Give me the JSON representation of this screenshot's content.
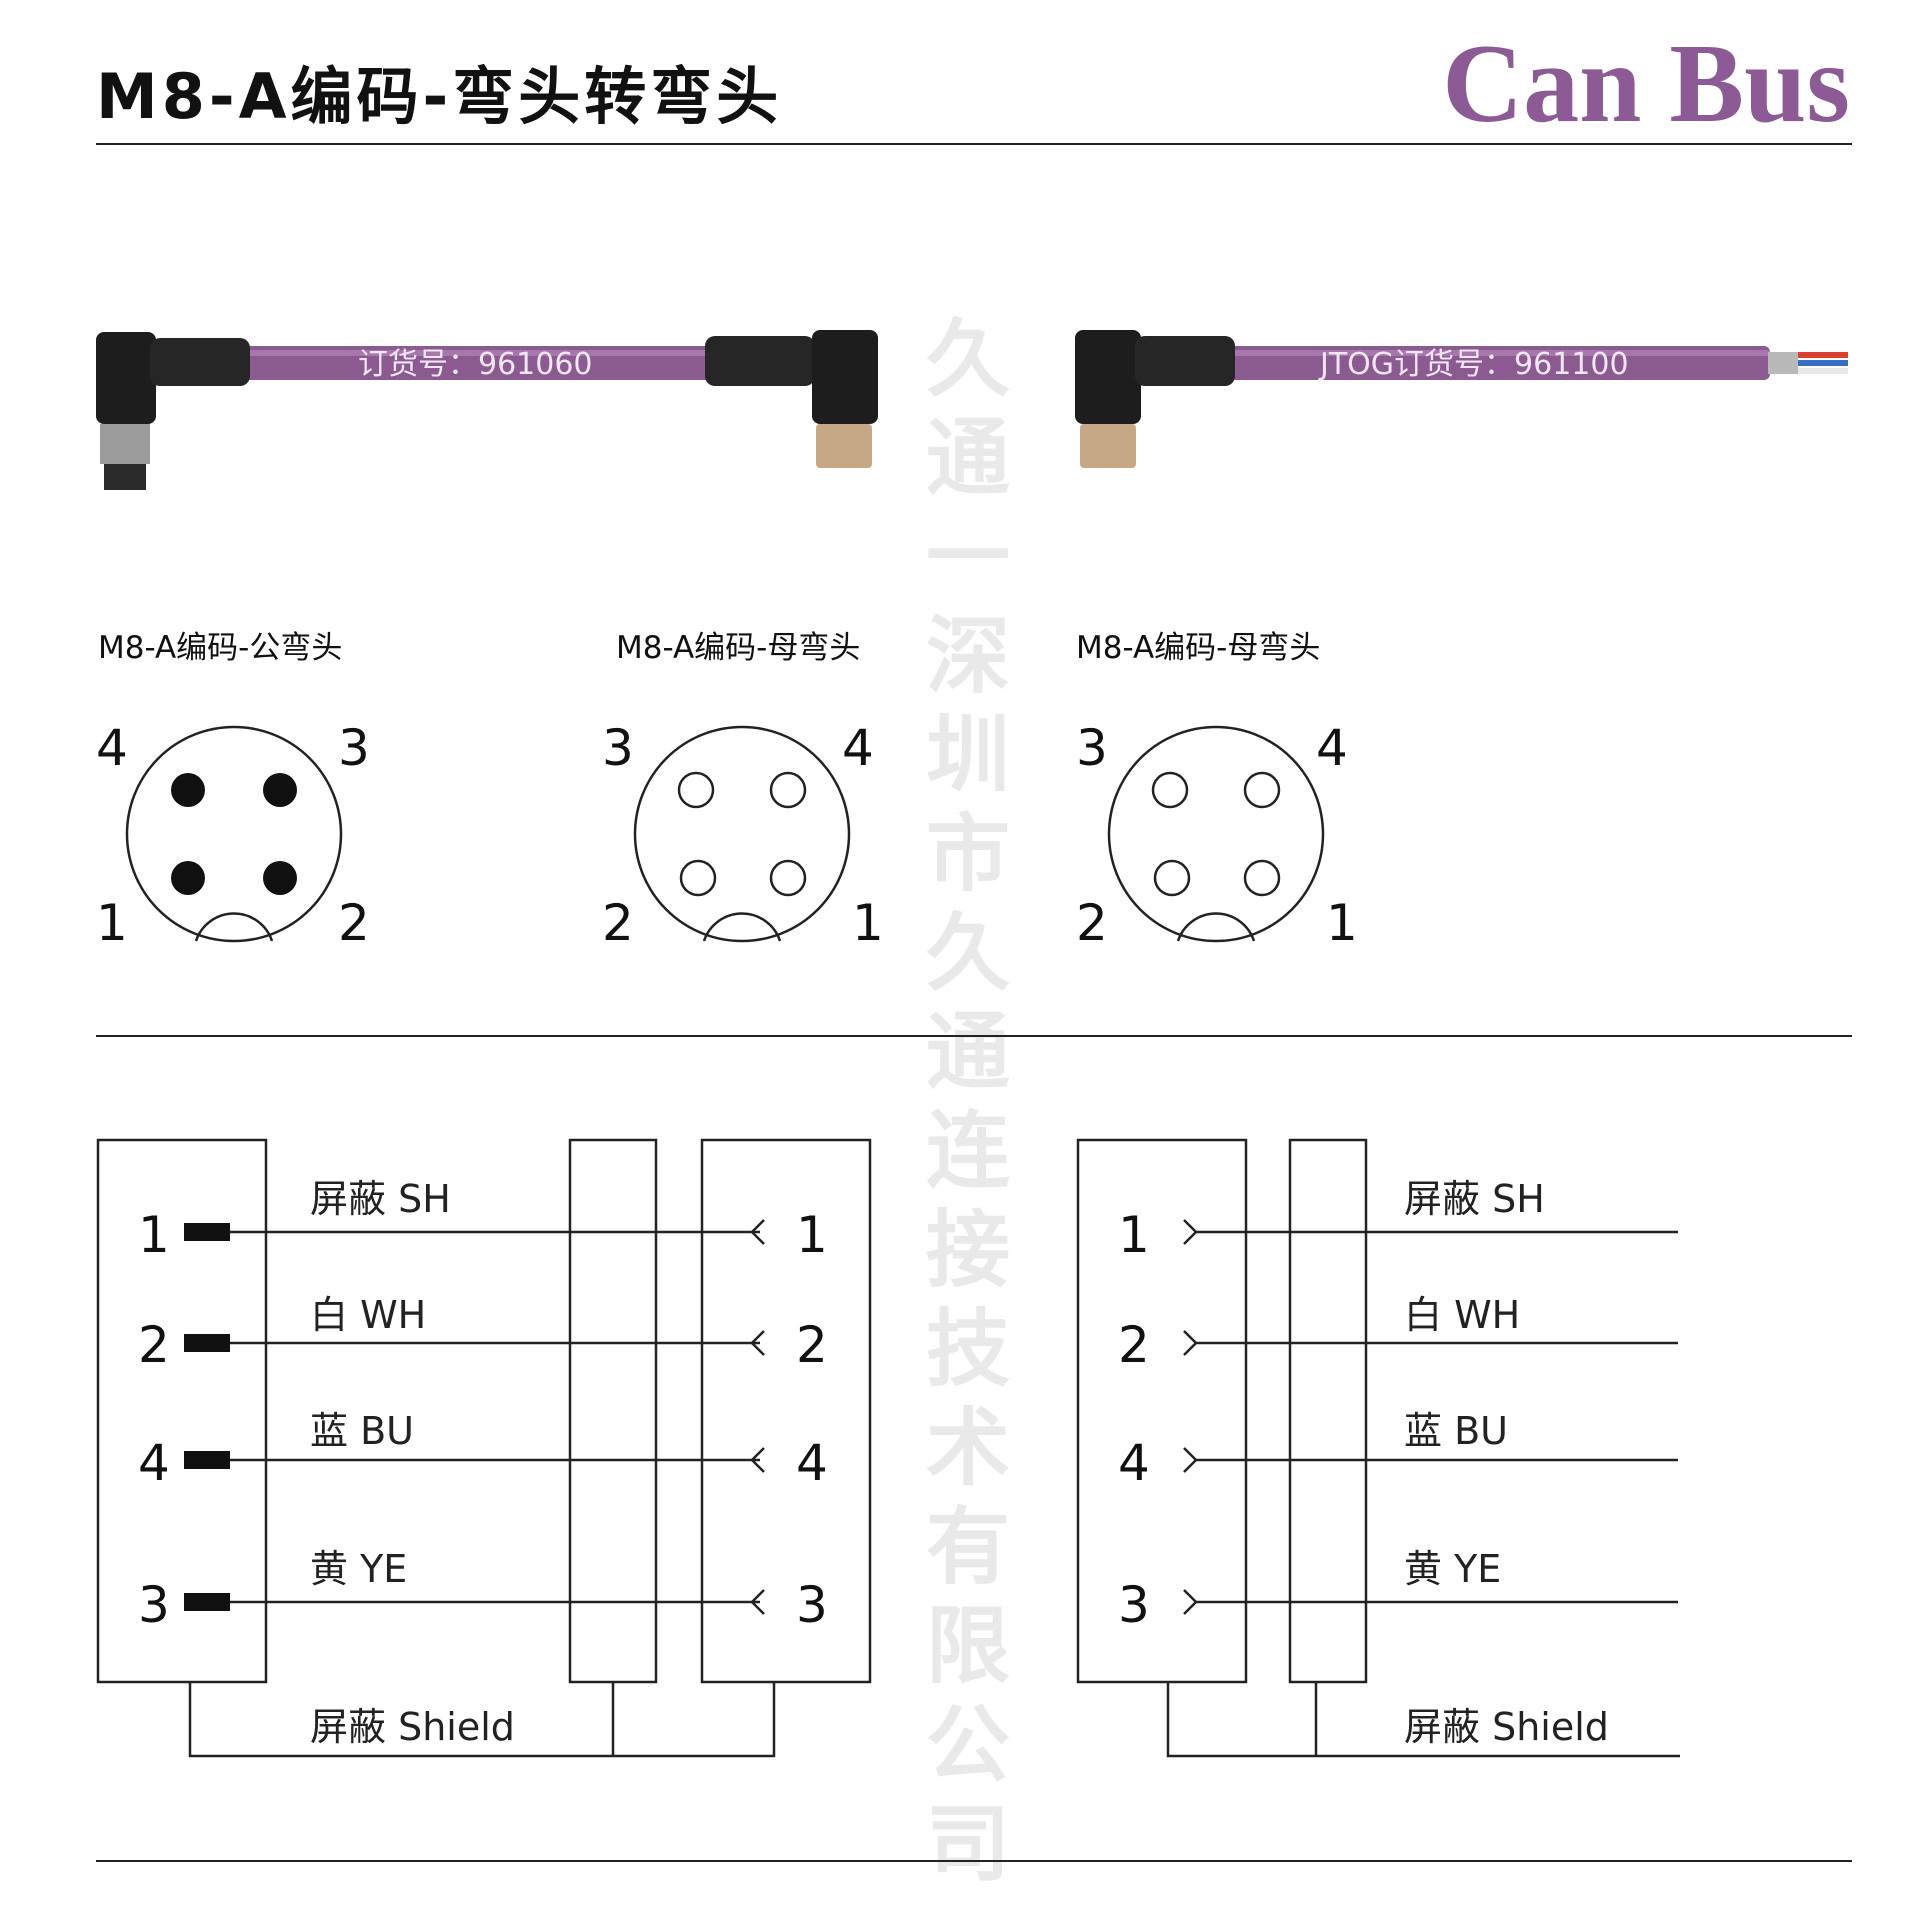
{
  "header": {
    "title": "M8-A编码-弯头转弯头",
    "brand": "Can Bus"
  },
  "watermark": "久通一深圳市久通连接技术有限公司",
  "cables": {
    "cable1_label": "订货号：961060",
    "cable2_label": "JTOG订货号：961100",
    "cable_color": "#8b5a91"
  },
  "connectors": {
    "left_label": "M8-A编码-公弯头",
    "middle_label": "M8-A编码-母弯头",
    "right_label": "M8-A编码-母弯头",
    "left_pins": {
      "top_left": "4",
      "top_right": "3",
      "bottom_left": "1",
      "bottom_right": "2"
    },
    "middle_pins": {
      "top_left": "3",
      "top_right": "4",
      "bottom_left": "2",
      "bottom_right": "1"
    },
    "right_pins": {
      "top_left": "3",
      "top_right": "4",
      "bottom_left": "2",
      "bottom_right": "1"
    }
  },
  "wiring": {
    "pin_order": [
      "1",
      "2",
      "4",
      "3"
    ],
    "wires": [
      "屏蔽 SH",
      "白 WH",
      "蓝 BU",
      "黄 YE"
    ],
    "shield": "屏蔽 Shield"
  }
}
